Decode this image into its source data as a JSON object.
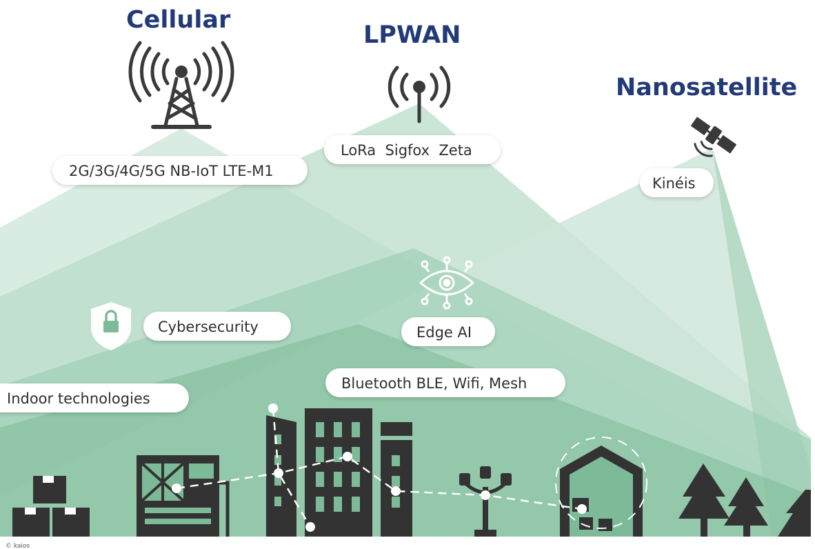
{
  "headings": {
    "cellular": "Cellular",
    "lpwan": "LPWAN",
    "nanosatellite": "Nanosatellite"
  },
  "labels": {
    "cellular_tech": "2G/3G/4G/5G NB-IoT LTE-M1",
    "lpwan_tech": "LoRa  Sigfox  Zeta",
    "satellite_tech": "Kinéis",
    "cybersecurity": "Cybersecurity",
    "edge_ai": "Edge AI",
    "mesh_tech": "Bluetooth BLE, Wifi, Mesh",
    "indoor": "Indoor technologies"
  },
  "credit": "© kaios",
  "icons": [
    "cell-tower-icon",
    "lpwan-antenna-icon",
    "satellite-icon",
    "shield-lock-icon",
    "eye-circuit-icon"
  ],
  "colors": {
    "heading": "#223a78",
    "icon": "#3a3a3a",
    "beam_light": "#cfe6d9",
    "beam_mid": "#a9d4bc",
    "beam_dark": "#86c3a3",
    "ground": "#6fb38f",
    "silhouette": "#333333"
  }
}
